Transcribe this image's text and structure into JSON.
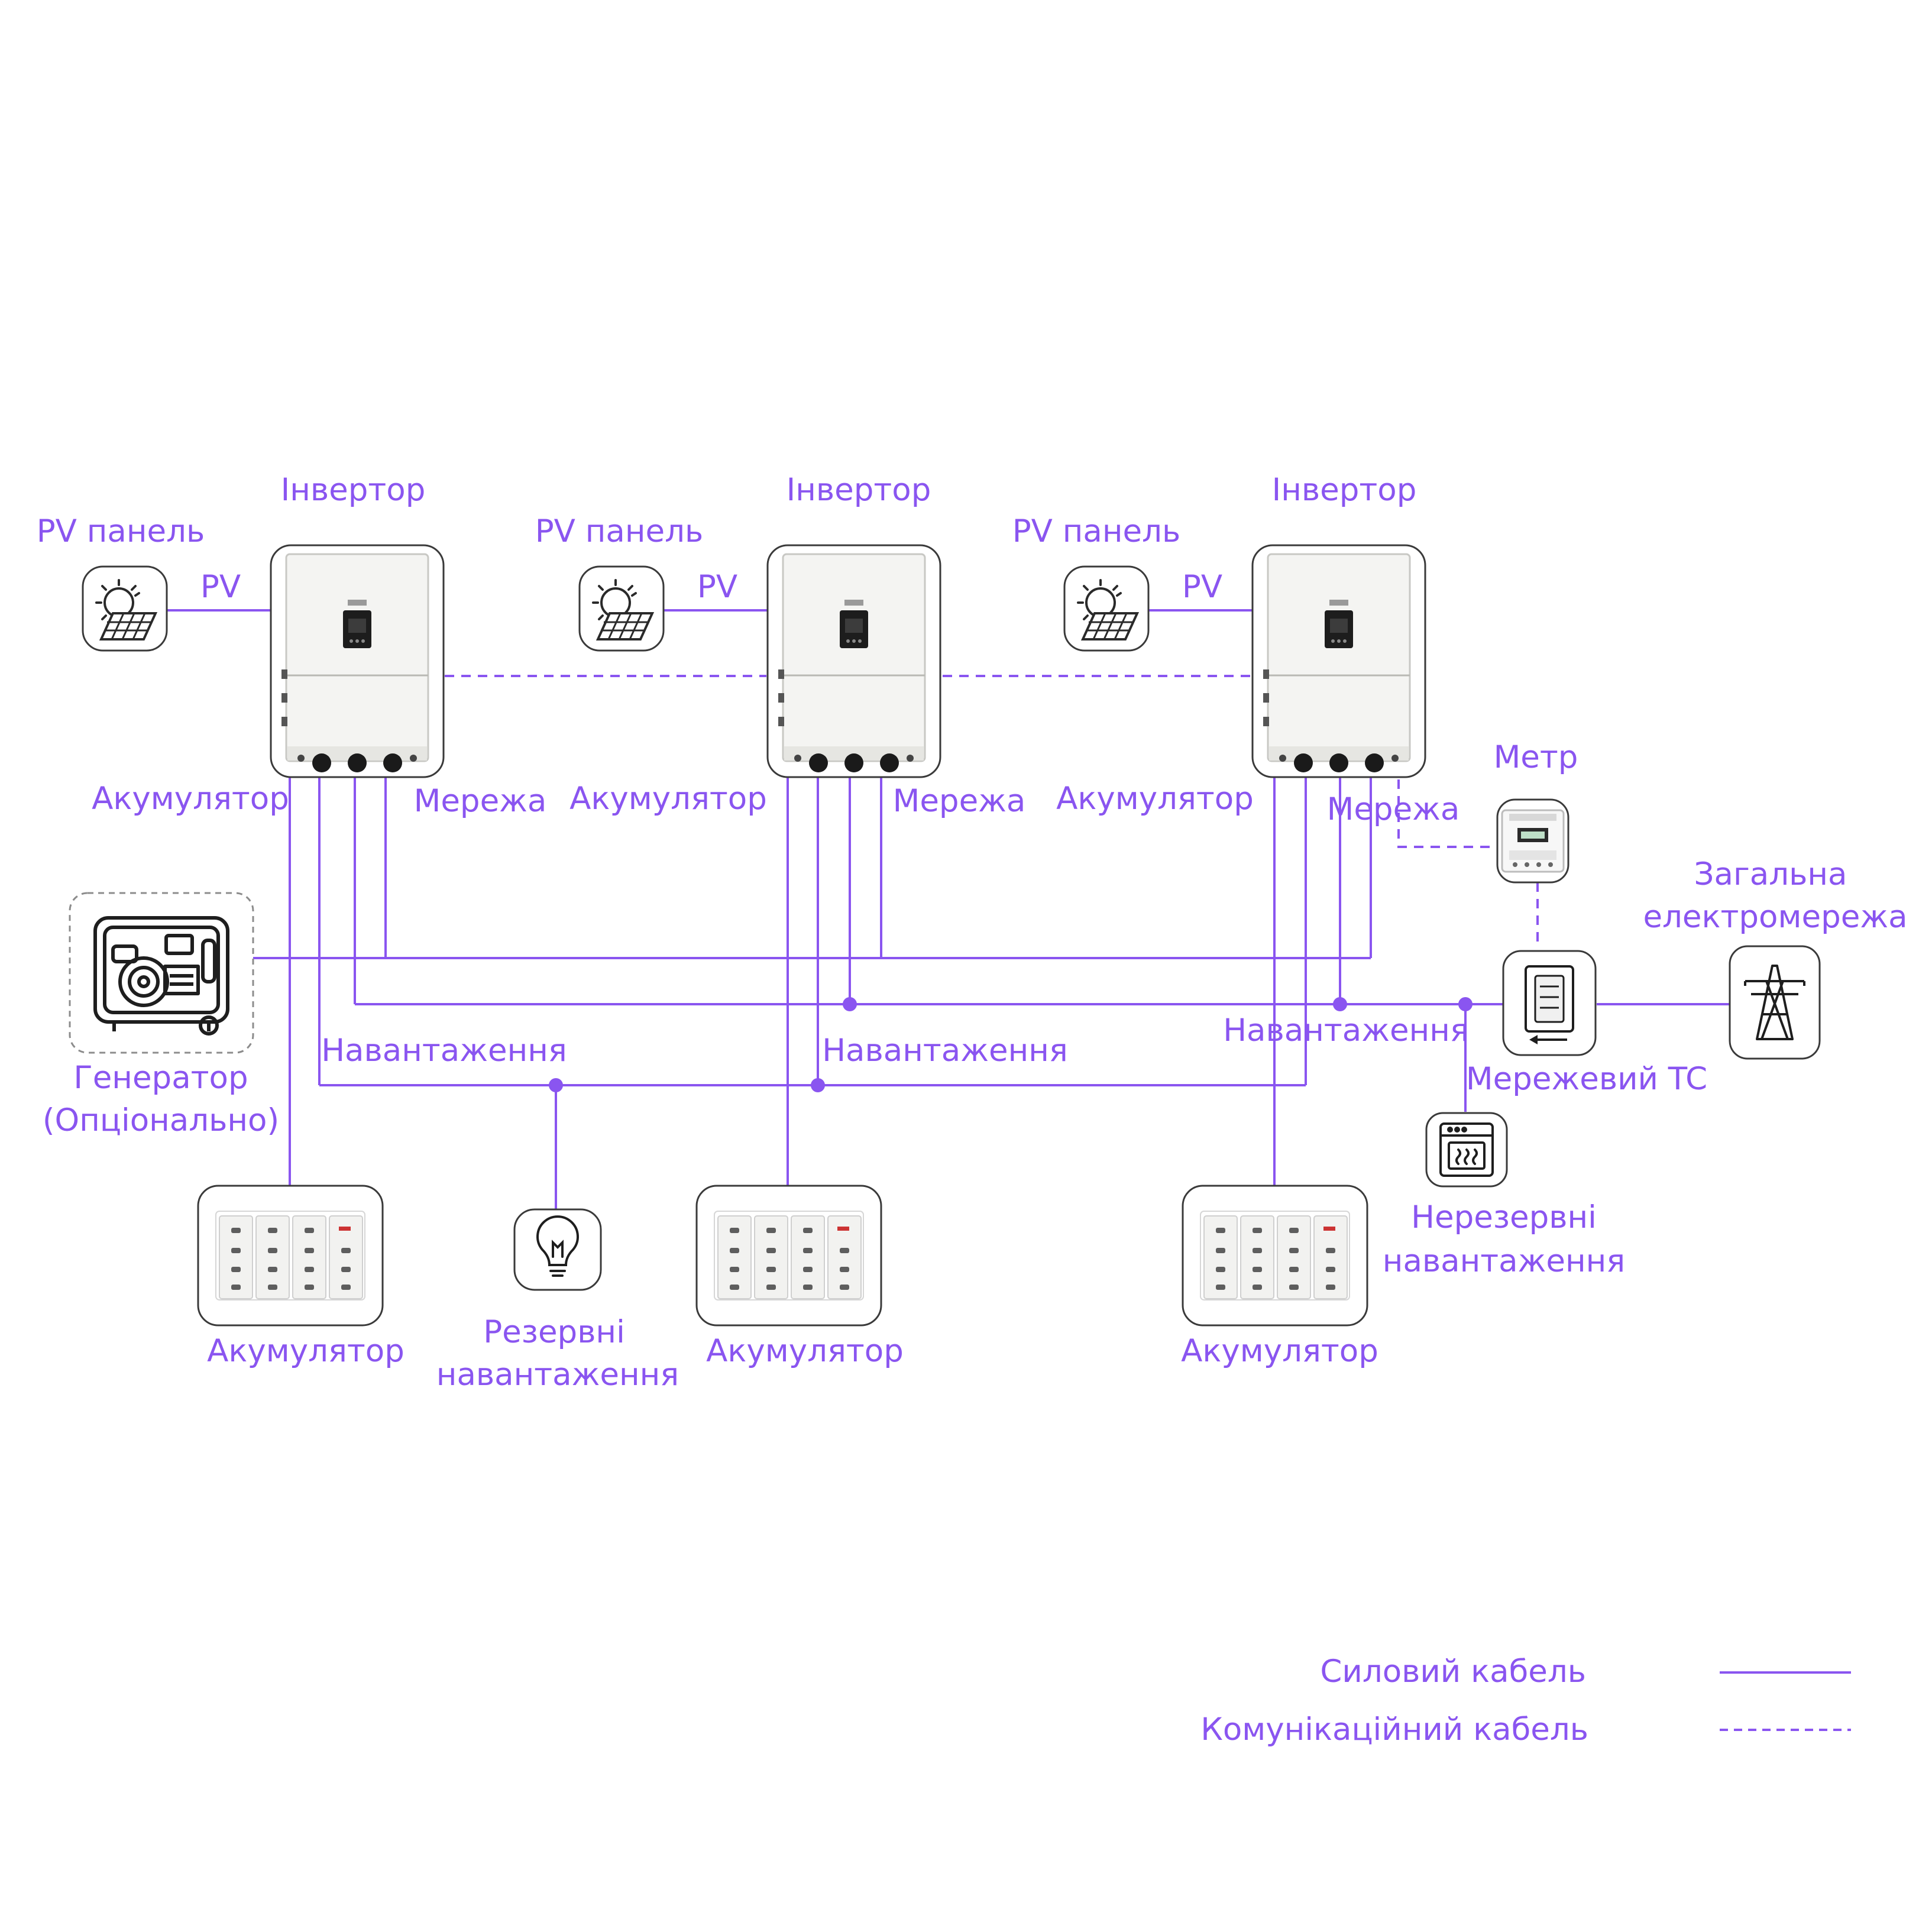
{
  "colors": {
    "accent": "#8a55f0",
    "line": "#8a55f0",
    "icon_stroke": "#2a2a2a",
    "device_body": "#f3f3f1"
  },
  "inverters": [
    {
      "title": "Інвертор",
      "pv_panel": "PV панель",
      "pv": "PV",
      "battery": "Акумулятор",
      "grid": "Мережа"
    },
    {
      "title": "Інвертор",
      "pv_panel": "PV панель",
      "pv": "PV",
      "battery": "Акумулятор",
      "grid": "Мережа"
    },
    {
      "title": "Інвертор",
      "pv_panel": "PV панель",
      "pv": "PV",
      "battery": "Акумулятор",
      "grid": "Мережа"
    }
  ],
  "generator": {
    "line1": "Генератор",
    "line2": "(Опціонально)"
  },
  "loads": [
    "Навантаження",
    "Навантаження",
    "Навантаження"
  ],
  "backup_loads": {
    "line1": "Резервні",
    "line2": "навантаження"
  },
  "non_backup_loads": {
    "line1": "Нерезервні",
    "line2": "навантаження"
  },
  "batteries": [
    "Акумулятор",
    "Акумулятор",
    "Акумулятор"
  ],
  "meter": "Метр",
  "grid_ct": "Мережевий TC",
  "utility_grid": {
    "line1": "Загальна",
    "line2": "електромережа"
  },
  "legend": {
    "power_cable": "Силовий кабель",
    "comm_cable": "Комунікаційний кабель"
  },
  "icons": [
    "solar-panel-icon",
    "inverter-icon",
    "generator-icon",
    "battery-icon",
    "light-bulb-icon",
    "meter-icon",
    "current-transformer-icon",
    "transmission-tower-icon",
    "oven-icon"
  ]
}
